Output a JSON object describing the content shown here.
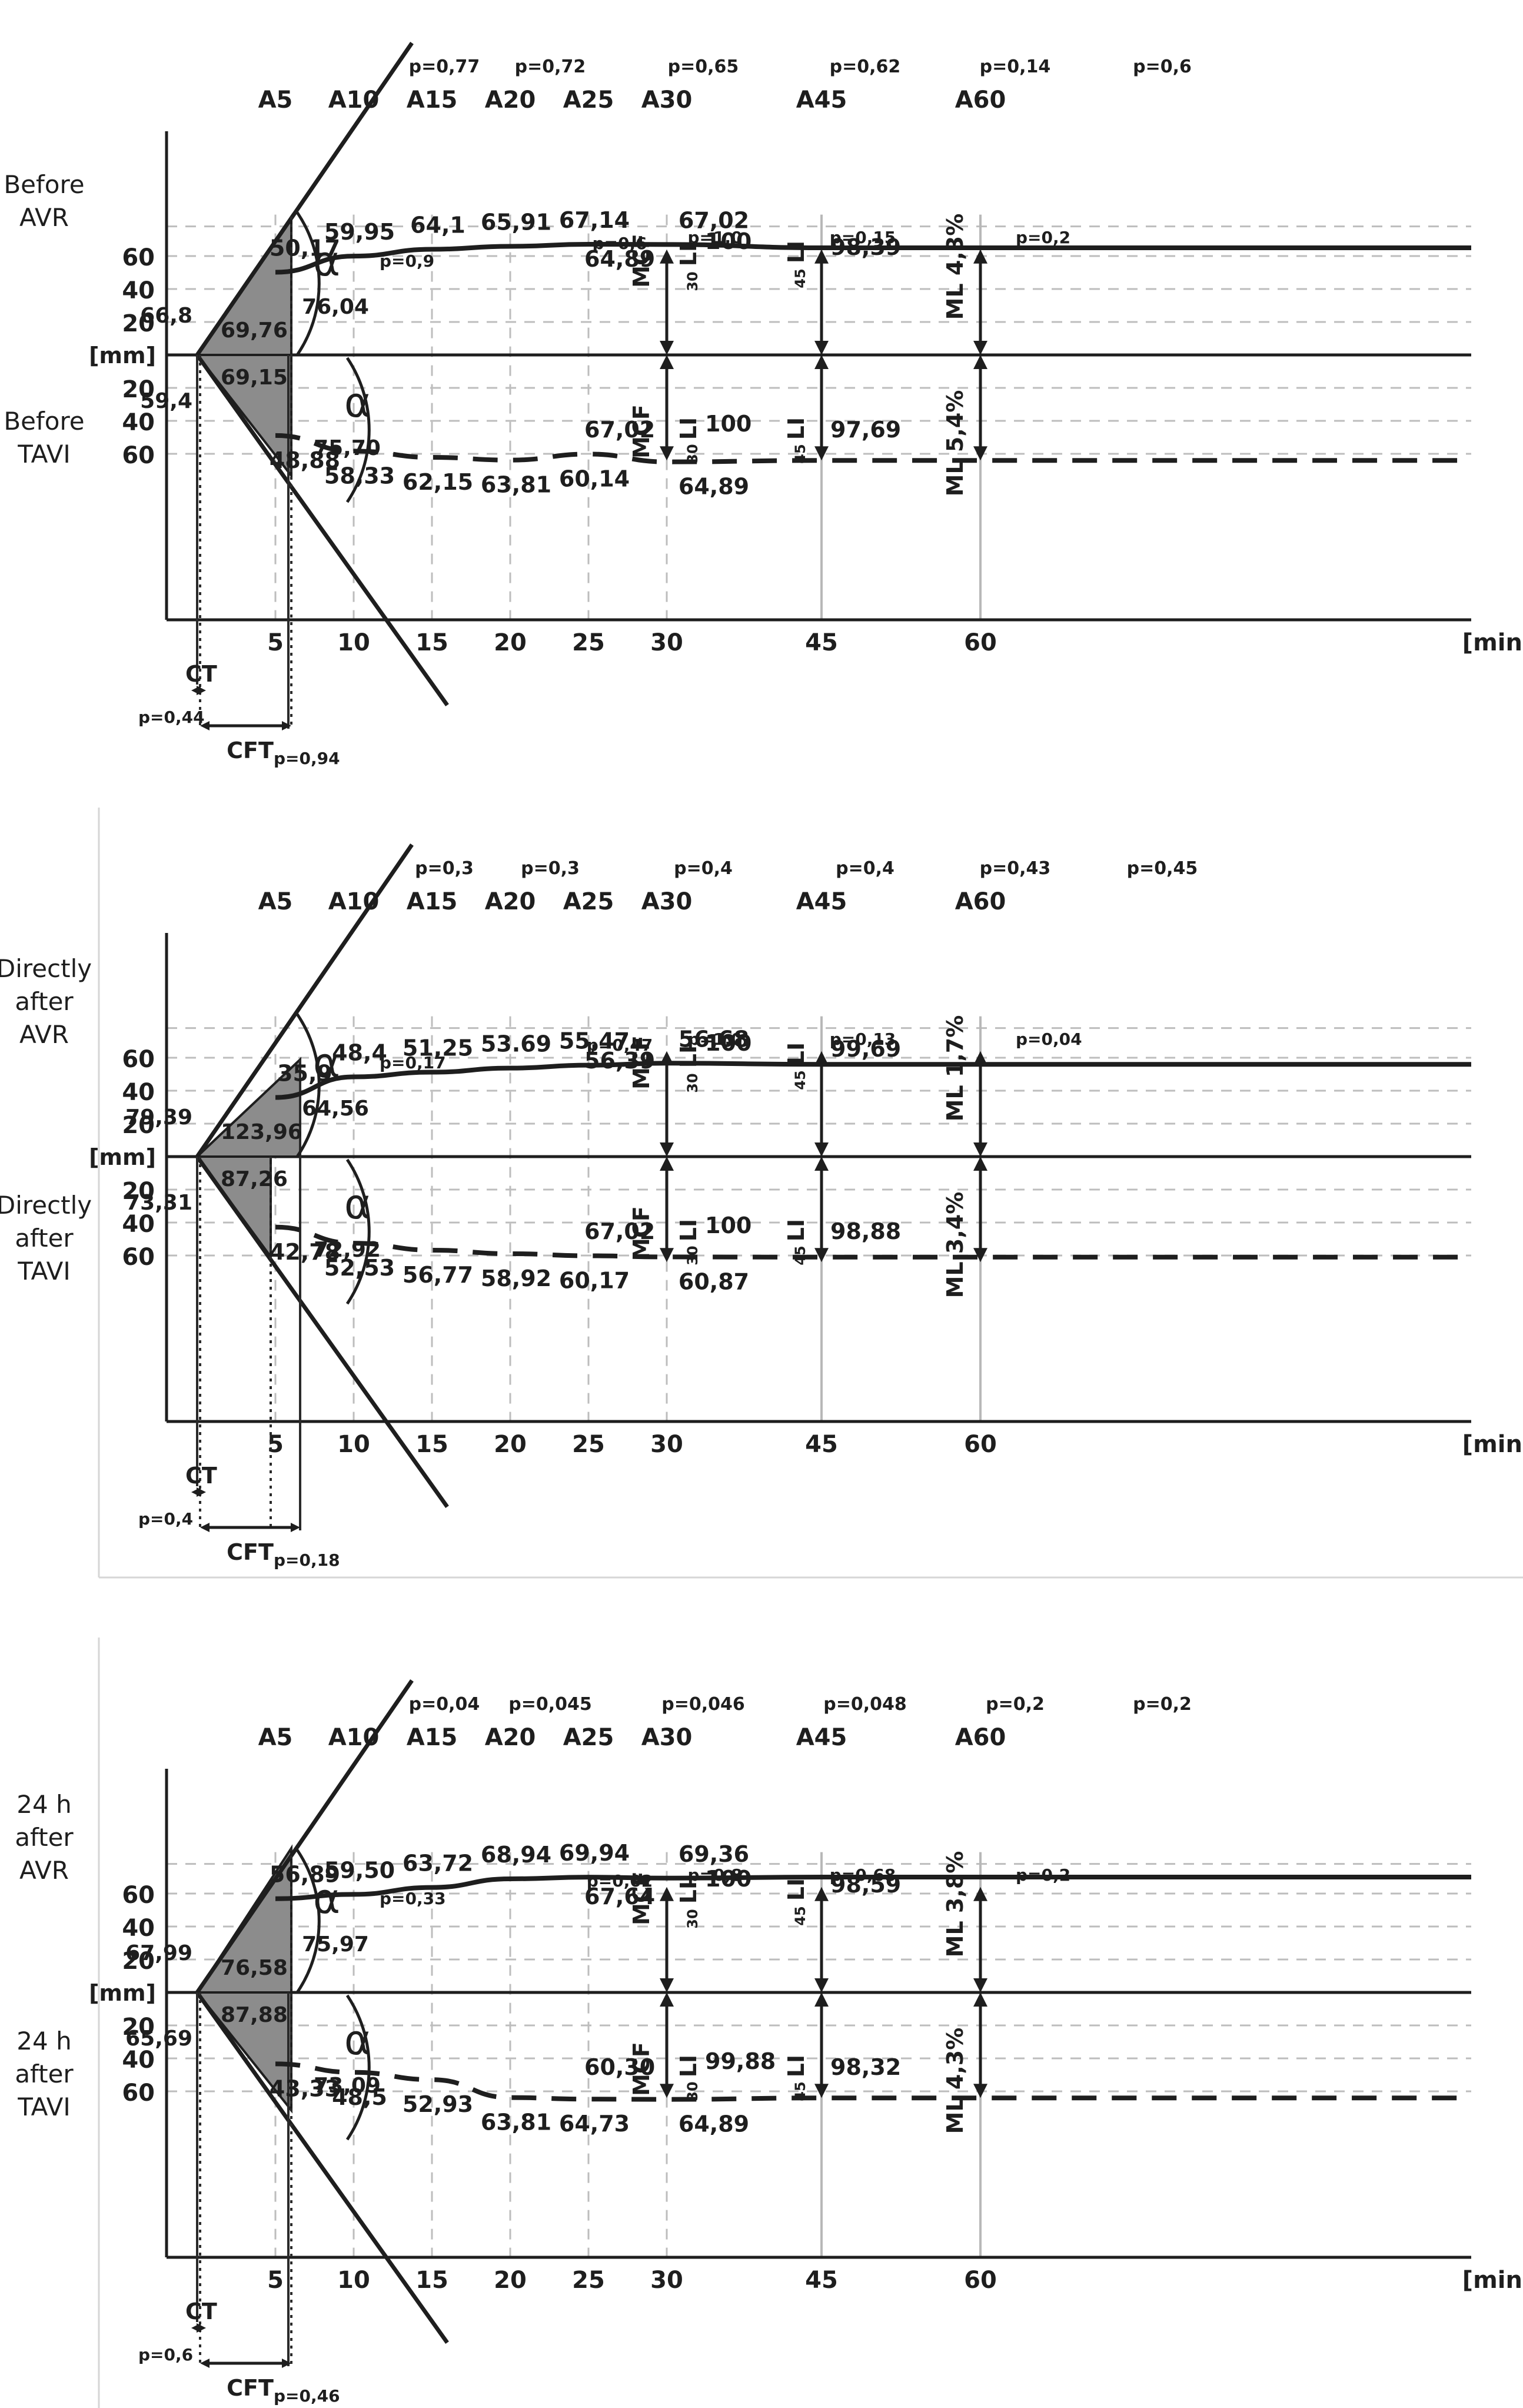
{
  "axis_text": {
    "unit_y": "[mm]",
    "unit_x": "[min]",
    "x_ticks": [
      "5",
      "10",
      "15",
      "20",
      "25",
      "30",
      "45",
      "60"
    ],
    "x_tick_values": [
      5,
      10,
      15,
      20,
      25,
      30,
      45,
      60
    ],
    "y_ticks": [
      "20",
      "40",
      "60"
    ],
    "a_labels": [
      "A5",
      "A10",
      "A15",
      "A20",
      "A25",
      "A30",
      "A45",
      "A60"
    ],
    "ct_label": "CT",
    "cft_label": "CFT",
    "alpha_symbol": "α",
    "mcf_label": "MCF",
    "li30_label_main": "LI",
    "li30_label_sub": "30",
    "li45_label_main": "LI",
    "li45_label_sub": "45"
  },
  "chart_data": [
    {
      "type": "line",
      "top": {
        "label": [
          "Before",
          "AVR"
        ],
        "a_values": [
          "50,17",
          "59,95",
          "64,1",
          "65,91",
          "67,14",
          "67,02"
        ],
        "a_numeric": [
          50.17,
          59.95,
          64.1,
          65.91,
          67.14,
          67.02
        ],
        "p_header": [
          "p=0,77",
          "p=0,72",
          "p=0,65",
          "p=0,62",
          "p=0,14",
          "p=0,6"
        ],
        "r": "66,8",
        "k": "69,76",
        "alpha": "76,04",
        "p_alpha": "p=0,9",
        "mcf": "64,89",
        "li30": "100",
        "li45": "98,39",
        "ml": "ML 4,3%",
        "p_mcf": "p=0,6",
        "p_li30": "p=1,0",
        "p_li45": "p=0,15",
        "p_ml": "p=0,2",
        "curve_end": 65
      },
      "bottom": {
        "label": [
          "Before",
          "TAVI"
        ],
        "a_values": [
          "48,88",
          "58,33",
          "62,15",
          "63,81",
          "60,14",
          "64,89"
        ],
        "a_numeric": [
          48.88,
          58.33,
          62.15,
          63.81,
          60.14,
          64.89
        ],
        "r": "59,4",
        "k": "69,15",
        "alpha": "75,70",
        "mcf": "67,02",
        "li30": "100",
        "li45": "97,69",
        "ml": "ML 5,4%",
        "curve_end": 64
      },
      "p_ct": "p=0,44",
      "p_cft": "p=0,94"
    },
    {
      "type": "line",
      "top": {
        "label": [
          "Directly",
          "after",
          "AVR"
        ],
        "a_values": [
          "35,9",
          "48,4",
          "51,25",
          "53.69",
          "55,47",
          "56,68"
        ],
        "a_numeric": [
          35.9,
          48.4,
          51.25,
          53.69,
          55.47,
          56.68
        ],
        "p_header": [
          "p=0,3",
          "p=0,3",
          "p=0,4",
          "p=0,4",
          "p=0,43",
          "p=0,45"
        ],
        "r": "79,39",
        "k": "123,96",
        "alpha": "64,56",
        "p_alpha": "p=0,17",
        "mcf": "56,39",
        "li30": "100",
        "li45": "99,69",
        "ml": "ML 1,7%",
        "p_mcf": "p=0,47",
        "p_li30": "p=1,0",
        "p_li45": "p=0,13",
        "p_ml": "p=0,04",
        "curve_end": 56
      },
      "bottom": {
        "label": [
          "Directly",
          "after",
          "TAVI"
        ],
        "a_values": [
          "42,78",
          "52,53",
          "56,77",
          "58,92",
          "60,17",
          "60,87"
        ],
        "a_numeric": [
          42.78,
          52.53,
          56.77,
          58.92,
          60.17,
          60.87
        ],
        "r": "73,31",
        "k": "87,26",
        "alpha": "72,92",
        "mcf": "67,02",
        "li30": "100",
        "li45": "98,88",
        "ml": "ML 3,4%",
        "curve_end": 61
      },
      "p_ct": "p=0,4",
      "p_cft": "p=0,18"
    },
    {
      "type": "line",
      "top": {
        "label": [
          "24 h",
          "after",
          "AVR"
        ],
        "a_values": [
          "56,89",
          "59,50",
          "63,72",
          "68,94",
          "69,94",
          "69,36"
        ],
        "a_numeric": [
          56.89,
          59.5,
          63.72,
          68.94,
          69.94,
          69.36
        ],
        "p_header": [
          "p=0,04",
          "p=0,045",
          "p=0,046",
          "p=0,048",
          "p=0,2",
          "p=0,2"
        ],
        "r": "67,99",
        "k": "76,58",
        "alpha": "75,97",
        "p_alpha": "p=0,33",
        "mcf": "67,64",
        "li30": "100",
        "li45": "98,59",
        "ml": "ML 3,8%",
        "p_mcf": "p=0,02",
        "p_li30": "p=0,8",
        "p_li45": "p=0,68",
        "p_ml": "p=0,2",
        "curve_end": 70
      },
      "bottom": {
        "label": [
          "24 h",
          "after",
          "TAVI"
        ],
        "a_values": [
          "43,33",
          "48,5",
          "52,93",
          "63,81",
          "64,73",
          "64,89"
        ],
        "a_numeric": [
          43.33,
          48.5,
          52.93,
          63.81,
          64.73,
          64.89
        ],
        "r": "65,69",
        "k": "87,88",
        "alpha": "73,09",
        "mcf": "60,30",
        "li30": "99,88",
        "li45": "98,32",
        "ml": "ML 4,3%",
        "curve_end": 64
      },
      "p_ct": "p=0,6",
      "p_cft": "p=0,46"
    }
  ]
}
